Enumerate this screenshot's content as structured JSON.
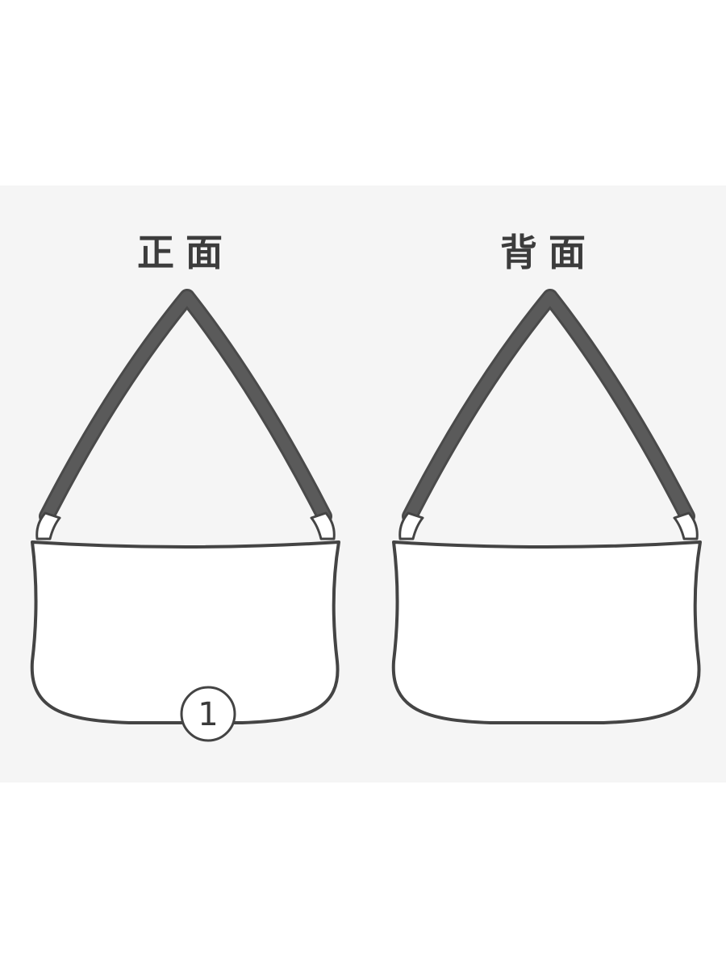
{
  "labels": {
    "front": "正面",
    "back": "背面"
  },
  "callouts": [
    {
      "number": "1"
    }
  ],
  "colors": {
    "background": "#ffffff",
    "panel": "#f5f5f5",
    "outline": "#444444",
    "strap": "#4a4a4a",
    "label": "#3c3c3c"
  }
}
